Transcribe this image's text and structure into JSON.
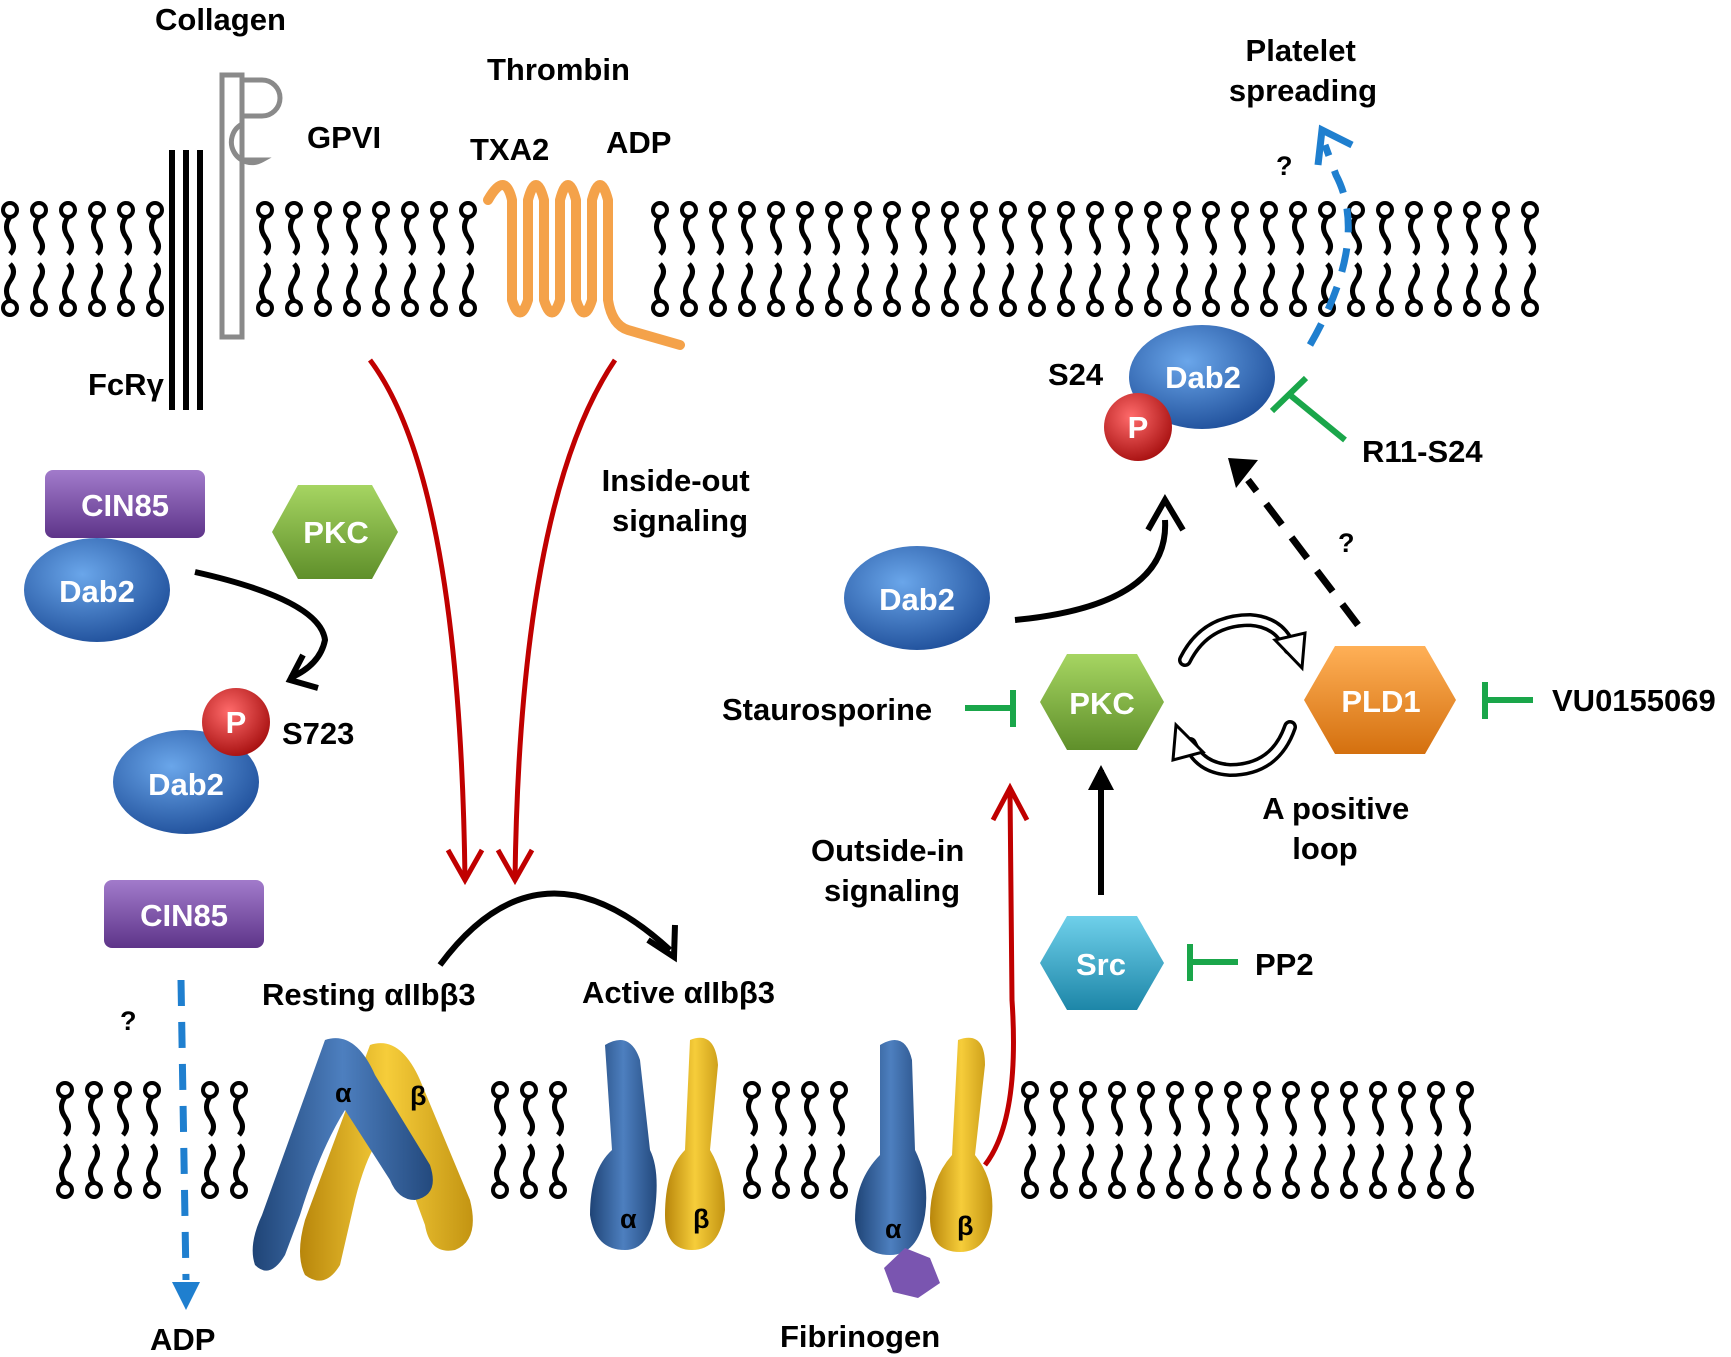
{
  "colors": {
    "membrane": "#000000",
    "inside_out_arrow": "#c00000",
    "outside_in_arrow": "#c00000",
    "inhibition": "#1aa64a",
    "dashed_unknown": "#1f7fcf",
    "dab2": "#2f6fc0",
    "pkc": "#7fb23a",
    "pld1": "#f08a1e",
    "src": "#2aa7c9",
    "cin85": "#7a4ca6",
    "phospho": "#d11f1f",
    "integrin_alpha": "#2f5fa0",
    "integrin_beta": "#e3b31a",
    "gpcr": "#f4a24a",
    "gpvi": "#8a8a8a",
    "fibrinogen": "#7a55b0"
  },
  "labels": {
    "collagen": "Collagen",
    "gpvi": "GPVI",
    "thrombin": "Thrombin",
    "txa2": "TXA2",
    "adp_top": "ADP",
    "fcry": "FcRγ",
    "platelet_spreading_1": "Platelet",
    "platelet_spreading_2": "spreading",
    "question_top": "?",
    "s24": "S24",
    "r11_s24": "R11-S24",
    "question_mid": "?",
    "inside_out_1": "Inside-out",
    "inside_out_2": "signaling",
    "s723": "S723",
    "staurosporine": "Staurosporine",
    "vu": "VU0155069",
    "positive_loop_1": "A positive",
    "positive_loop_2": "loop",
    "outside_in_1": "Outside-in",
    "outside_in_2": "signaling",
    "pp2": "PP2",
    "question_left": "?",
    "resting": "Resting αIIbβ3",
    "active": "Active αIIbβ3",
    "adp_bottom": "ADP",
    "fibrinogen": "Fibrinogen",
    "alpha": "α",
    "beta": "β"
  },
  "nodes": {
    "cin85": "CIN85",
    "pkc": "PKC",
    "dab2": "Dab2",
    "p": "P",
    "pld1": "PLD1",
    "src": "Src"
  }
}
